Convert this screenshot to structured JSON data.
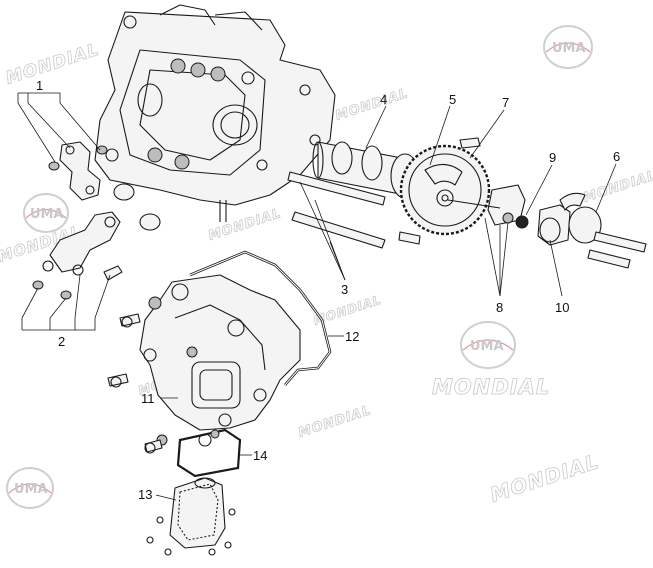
{
  "watermarks": {
    "text": "MONDIAL",
    "logo_text": "UMA"
  },
  "callouts": [
    {
      "id": "1",
      "label": "1"
    },
    {
      "id": "2",
      "label": "2"
    },
    {
      "id": "3",
      "label": "3"
    },
    {
      "id": "4",
      "label": "4"
    },
    {
      "id": "5",
      "label": "5"
    },
    {
      "id": "6",
      "label": "6"
    },
    {
      "id": "7",
      "label": "7"
    },
    {
      "id": "8",
      "label": "8"
    },
    {
      "id": "9",
      "label": "9"
    },
    {
      "id": "10",
      "label": "10"
    },
    {
      "id": "11",
      "label": "11"
    },
    {
      "id": "12",
      "label": "12"
    },
    {
      "id": "13",
      "label": "13"
    },
    {
      "id": "14",
      "label": "14"
    }
  ],
  "colors": {
    "line": "#1a1a1a",
    "watermark": "#cfcfcf",
    "background": "#ffffff"
  }
}
